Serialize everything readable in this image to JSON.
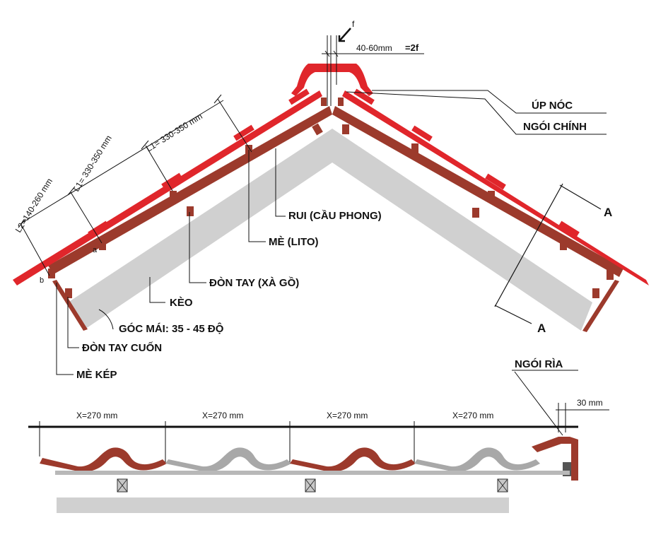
{
  "labels": {
    "f_marker": "f",
    "ridge_gap": "40-60mm",
    "ridge_gap_eq": "=2f",
    "up_noc": "ÚP NÓC",
    "ngoi_chinh": "NGÓI CHÍNH",
    "section_a_top": "A",
    "section_a_bottom": "A",
    "rui": "RUI (CẦU PHONG)",
    "me_lito": "MÈ (LITO)",
    "don_tay": "ĐÒN TAY (XÀ GỒ)",
    "keo": "KÈO",
    "goc_mai": "GÓC MÁI: 35 - 45 ĐỘ",
    "don_tay_cuon": "ĐÒN TAY CUỐN",
    "me_kep": "MÈ KÉP",
    "ngoi_ria": "NGÓI RÌA",
    "gap_30": "30 mm",
    "point_a": "a",
    "point_b": "b"
  },
  "dimensions": {
    "l1_upper": "L1= 330-350 mm",
    "l1_lower": "L1= 330-350 mm",
    "l2": "L2=140-260 mm",
    "x_spacing": [
      "X=270 mm",
      "X=270 mm",
      "X=270 mm",
      "X=270 mm"
    ]
  },
  "colors": {
    "tile_red": "#e0262b",
    "batten_brown": "#9c3a2c",
    "rafter_gray": "#d0d0d0",
    "purlin_gray": "#c8c8c8",
    "line_black": "#111111"
  }
}
